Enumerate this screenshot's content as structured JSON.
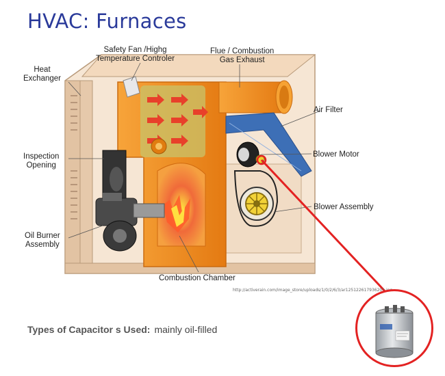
{
  "title": "HVAC:  Furnaces",
  "labels": {
    "safety_fan": "Safety Fan /Highg\nTemperature Controler",
    "flue": "Flue / Combustion\nGas Exhaust",
    "heat_exchanger": "Heat\nExchanger",
    "air_filter": "Air Filter",
    "inspection_opening": "Inspection\nOpening",
    "blower_motor": "Blower Motor",
    "blower_assembly": "Blower Assembly",
    "oil_burner": "Oil Burner\nAssembly",
    "combustion_chamber": "Combustion Chamber"
  },
  "source_url": "http://activerain.com/image_store/uploads/1/0/2/6/3/ar125122617936201.jpg",
  "capacitor": {
    "label": "Types of Capacitor s Used:",
    "value": "mainly oil-filled"
  },
  "colors": {
    "title": "#2a3a9a",
    "highlight": "#e32222",
    "furnace_orange": "#f08a1c",
    "cabinet": "#f2dcc6"
  }
}
